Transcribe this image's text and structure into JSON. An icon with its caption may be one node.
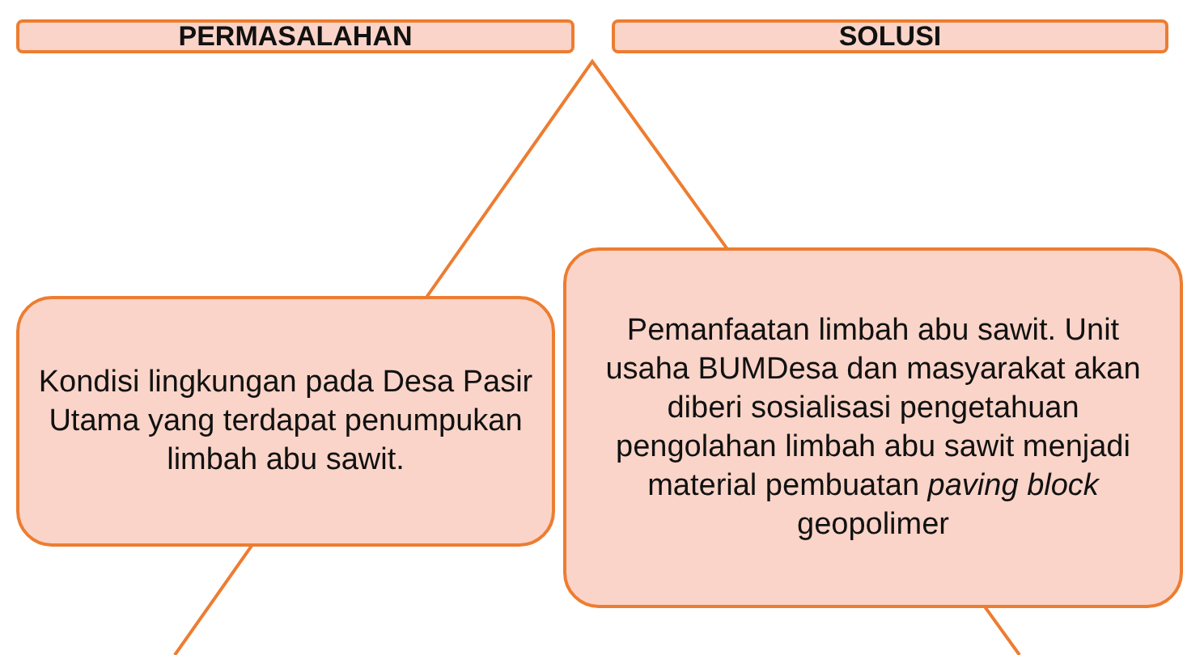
{
  "diagram": {
    "nodes": [
      {
        "text": [
          "PERMASALAHAN"
        ]
      },
      {
        "text": [
          "SOLUSI"
        ]
      },
      {
        "text": [
          "Kondisi lingkungan pada Desa Pasir Utama yang terdapat penumpukan limbah abu sawit."
        ]
      },
      {
        "text": [
          "Pemanfaatan limbah abu sawit. Unit usaha BUMDesa dan masyarakat akan diberi sosialisasi pengetahuan pengolahan limbah abu sawit menjadi material pembuatan *paving block* geopolimer"
        ]
      }
    ],
    "edges": []
  }
}
